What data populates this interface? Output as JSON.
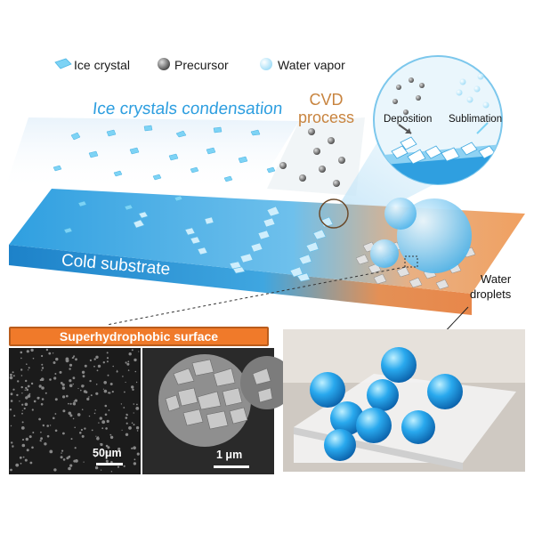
{
  "legend": {
    "items": [
      {
        "label": "Ice crystal",
        "icon": "ice-crystal-icon",
        "color": "#7dd3f5"
      },
      {
        "label": "Precursor",
        "icon": "precursor-icon",
        "color": "#555555"
      },
      {
        "label": "Water vapor",
        "icon": "water-vapor-icon",
        "color": "#bfe9fb"
      }
    ]
  },
  "diagram": {
    "stage_condensation": "Ice crystals condensation",
    "stage_cvd_line1": "CVD",
    "stage_cvd_line2": "process",
    "callout_deposition": "Deposition",
    "callout_sublimation": "Sublimation",
    "substrate_label": "Cold substrate",
    "water_label_line1": "Water",
    "water_label_line2": "droplets",
    "banner": "Superhydrophobic surface"
  },
  "micrographs": {
    "left_scale": "50μm",
    "right_scale": "1 μm"
  },
  "colors": {
    "substrate_blue": "#2f9fe0",
    "substrate_orange": "#f0a060",
    "accent_orange": "#f07a2a",
    "droplet_blue": "#2aa8e8"
  }
}
